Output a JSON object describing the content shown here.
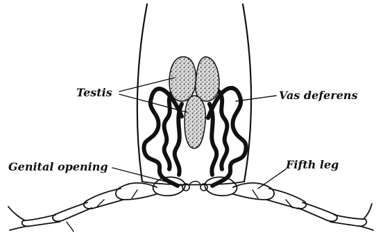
{
  "labels": {
    "testis": "Testis",
    "vas_deferens": "Vas deferens",
    "genital_opening": "Genital opening",
    "fifth_leg": "Fifth leg"
  }
}
